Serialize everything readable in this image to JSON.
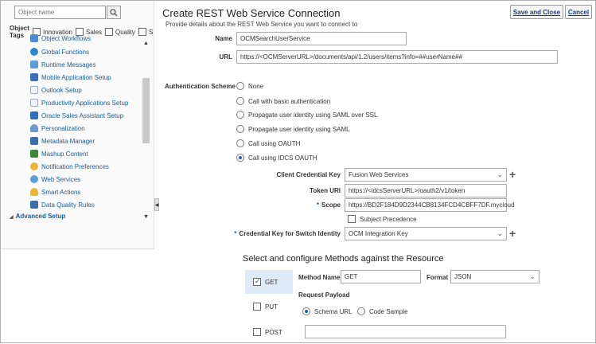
{
  "sidebar": {
    "search_placeholder": "Object name",
    "tags_label": "Object Tags",
    "tags": [
      "Innovation",
      "Sales",
      "Quality",
      "S"
    ],
    "items": [
      {
        "label": "Object Workflows",
        "icon": "workflow-icon",
        "color": "#4a8bd6"
      },
      {
        "label": "Global Functions",
        "icon": "globe-icon",
        "color": "#2f86c9"
      },
      {
        "label": "Runtime Messages",
        "icon": "message-icon",
        "color": "#5a9fd8"
      },
      {
        "label": "Mobile Application Setup",
        "icon": "mobile-icon",
        "color": "#3b6fb6"
      },
      {
        "label": "Outlook Setup",
        "icon": "outlook-icon",
        "color": "#c5d7ea"
      },
      {
        "label": "Productivity Applications Setup",
        "icon": "productivity-icon",
        "color": "#c5d7ea"
      },
      {
        "label": "Oracle Sales Assistant Setup",
        "icon": "assistant-icon",
        "color": "#2f6fb4"
      },
      {
        "label": "Personalization",
        "icon": "person-icon",
        "color": "#6a9bd0"
      },
      {
        "label": "Metadata Manager",
        "icon": "metadata-icon",
        "color": "#3a6ea8"
      },
      {
        "label": "Mashup Content",
        "icon": "mashup-icon",
        "color": "#3b8a3b"
      },
      {
        "label": "Notification Preferences",
        "icon": "notification-icon",
        "color": "#e8b73a"
      },
      {
        "label": "Web Services",
        "icon": "web-services-icon",
        "color": "#5aa0d8"
      },
      {
        "label": "Smart Actions",
        "icon": "lightbulb-icon",
        "color": "#e8b73a"
      },
      {
        "label": "Data Quality Rules",
        "icon": "data-quality-icon",
        "color": "#3a6ea8"
      }
    ],
    "advanced_setup": "Advanced Setup"
  },
  "header": {
    "title": "Create REST Web Service Connection",
    "subtitle": "Provide details about the REST Web Service you want to connect to",
    "save_close": "Save and Close",
    "cancel": "Cancel"
  },
  "form": {
    "name_label": "Name",
    "name_value": "OCMSearchUserService",
    "url_label": "URL",
    "url_value": "https://<OCMServerURL>/documents/api/1.2/users/items?info=##userName##",
    "auth_label": "Authentication Scheme",
    "auth_options": [
      "None",
      "Call with basic authentication",
      "Propagate user identity using SAML over SSL",
      "Propagate user identity using SAML",
      "Call using OAUTH",
      "Call using IDCS OAUTH"
    ],
    "client_cred_label": "Client Credential Key",
    "client_cred_value": "Fusion Web Services",
    "token_uri_label": "Token URI",
    "token_uri_value": "https://<idcsServerURL>/oauth2/v1/token",
    "scope_label": "Scope",
    "scope_value": "https://BD2F184D9D2344CB8134FCD4CBFF7DF.mycloud",
    "subject_precedence": "Subject Precedence",
    "switch_identity_label": "Credential Key for Switch Identity",
    "switch_identity_value": "OCM Integration Key"
  },
  "methods": {
    "section_title": "Select and configure Methods against the Resource",
    "list": [
      "GET",
      "PUT",
      "POST"
    ],
    "method_name_label": "Method Name",
    "method_name_value": "GET",
    "format_label": "Format",
    "format_value": "JSON",
    "request_payload_label": "Request Payload",
    "schema_url": "Schema URL",
    "code_sample": "Code Sample"
  },
  "colors": {
    "link": "#145c9e",
    "accent": "#1a5fb4"
  }
}
